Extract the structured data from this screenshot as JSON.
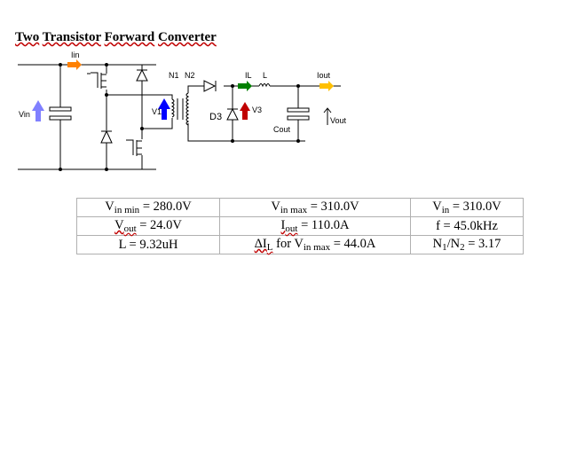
{
  "title": {
    "w1": "Two",
    "w2": "Transistor",
    "w3": "Forward",
    "w4": "Converter"
  },
  "schematic": {
    "labels": {
      "lin": "Iin",
      "n1": "N1",
      "n2": "N2",
      "il": "IL",
      "l": "L",
      "lout": "Iout",
      "vin": "Vin",
      "v1": "V1",
      "d3": "D3",
      "v3": "V3",
      "cout": "Cout",
      "vout": "Vout"
    },
    "colors": {
      "lin_arrow": "#ff8000",
      "il_arrow": "#008000",
      "lout_arrow": "#ffc000",
      "vin_arrow": "#8080ff",
      "v1_arrow": "#0000ff",
      "v3_arrow": "#c00000",
      "wire": "#000000"
    }
  },
  "params": {
    "r1": {
      "c1": {
        "main": "V",
        "sub": "in min",
        "rest": " = 280.0V"
      },
      "c2": {
        "main": "V",
        "sub": "in max",
        "rest": " = 310.0V"
      },
      "c3": {
        "main": "V",
        "sub": "in",
        "rest": " = 310.0V"
      }
    },
    "r2": {
      "c1": {
        "main": "V",
        "sub": "out",
        "rest": " = 24.0V"
      },
      "c2": {
        "main": "I",
        "sub": "out",
        "rest": " = 110.0A"
      },
      "c3": {
        "text": "f = 45.0kHz"
      }
    },
    "r3": {
      "c1": {
        "text": "L = 9.32uH"
      },
      "c2": {
        "p1": "ΔI",
        "s1": "L",
        "p2": " for V",
        "s2": "in max",
        "rest": " = 44.0A"
      },
      "c3": {
        "p1": "N",
        "s1": "1",
        "p2": "/N",
        "s2": "2",
        "rest": " = 3.17"
      }
    }
  }
}
